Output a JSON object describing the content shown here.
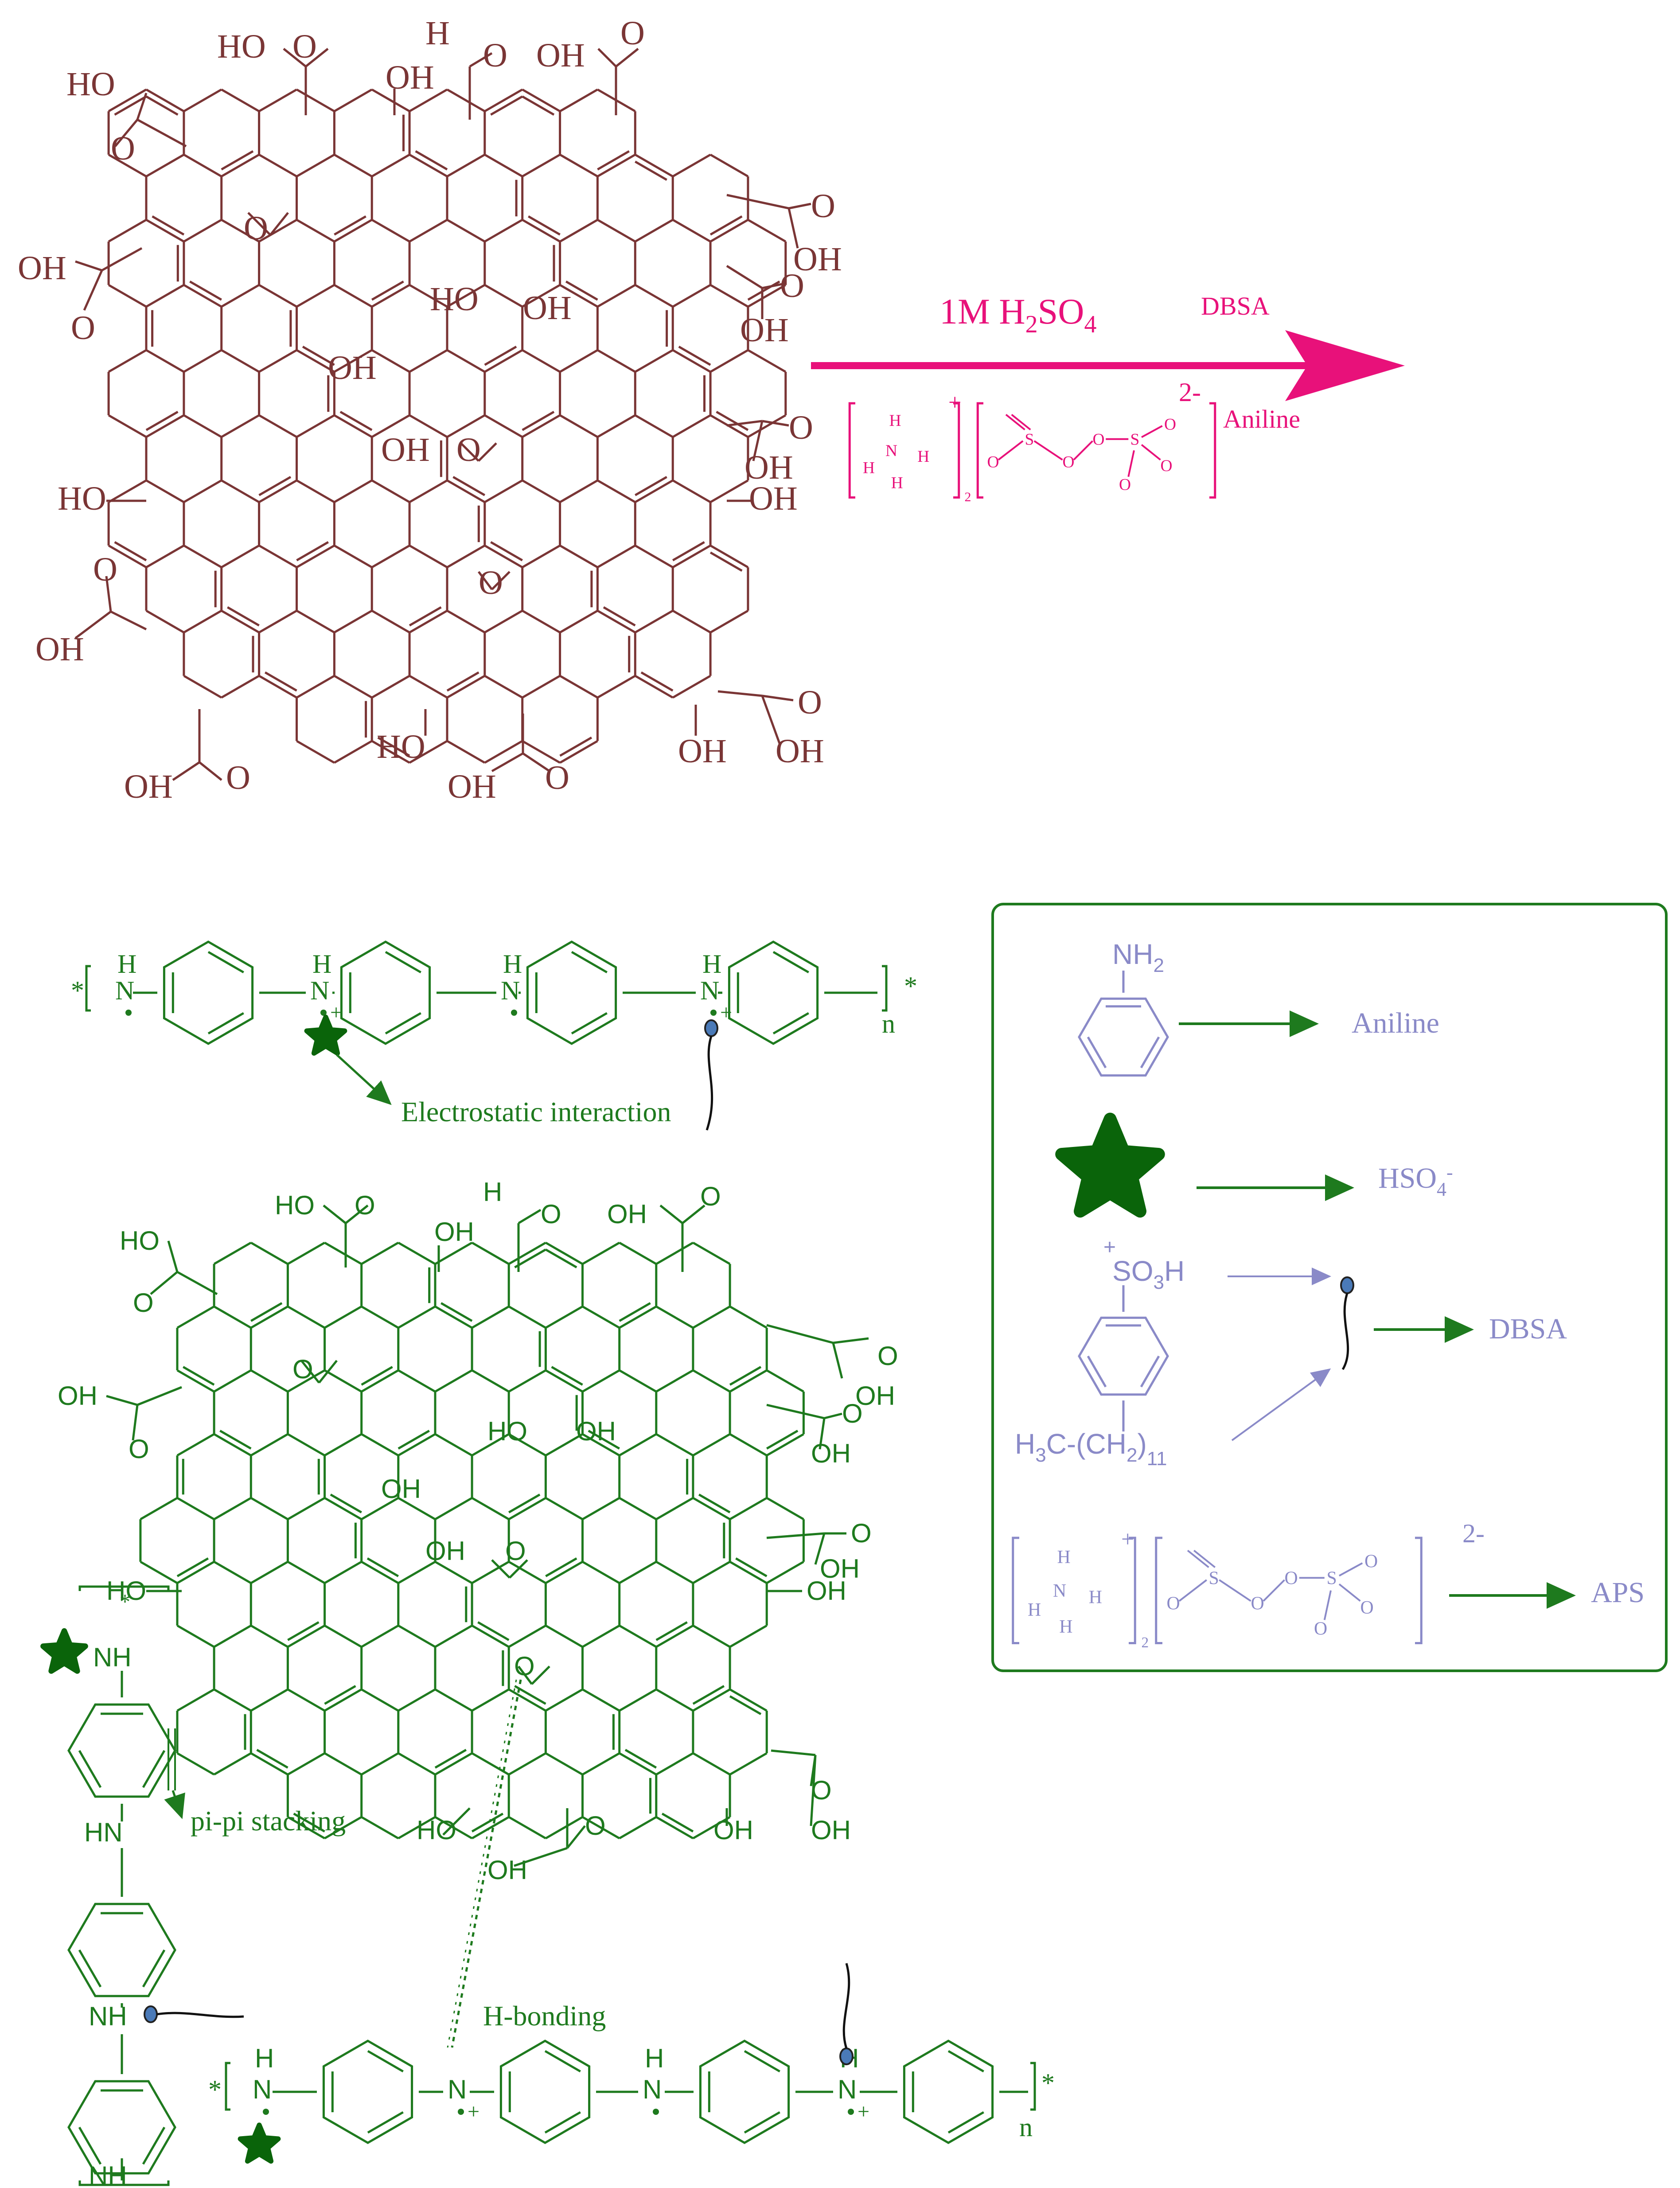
{
  "colors": {
    "go": "#7a3535",
    "pink": "#e8117a",
    "green": "#1e7a1e",
    "lav": "#8a8ac8",
    "dark_green": "#0a640a",
    "dot_blue": "#4a7ab8"
  },
  "reaction": {
    "condition_main": "1M H",
    "condition_sub": "2",
    "condition_tail": "SO",
    "condition_sub2": "4",
    "dbsa": "DBSA",
    "aniline": "Aniline",
    "charge": "2-",
    "plus": "+",
    "aps_sub": "2"
  },
  "go_labels": {
    "ho": "HO",
    "oh": "OH",
    "o": "O",
    "h": "H"
  },
  "pani_top": {
    "annotation": "Electrostatic interaction",
    "n": "n",
    "star": "*",
    "nh": "N",
    "h": "H",
    "plus": "+"
  },
  "composite": {
    "pi_pi": "pi-pi stacking",
    "h_bonding": "H-bonding",
    "nh": "NH",
    "hn": "HN",
    "n": "n"
  },
  "legend": {
    "nh2": "NH",
    "nh2_sub": "2",
    "aniline": "Aniline",
    "hso4": "HSO",
    "hso4_sub": "4",
    "hso4_sup": "-",
    "so3h": "SO",
    "so3h_sub": "3",
    "so3h_h": "H",
    "chain_a": "H",
    "chain_a_sub": "3",
    "chain_b": "C-(CH",
    "chain_b_sub": "2",
    "chain_c": ")",
    "chain_sub": "11",
    "dbsa": "DBSA",
    "aps": "APS",
    "aps_charge": "2-",
    "aps_plus": "+",
    "aps_sub": "2"
  }
}
